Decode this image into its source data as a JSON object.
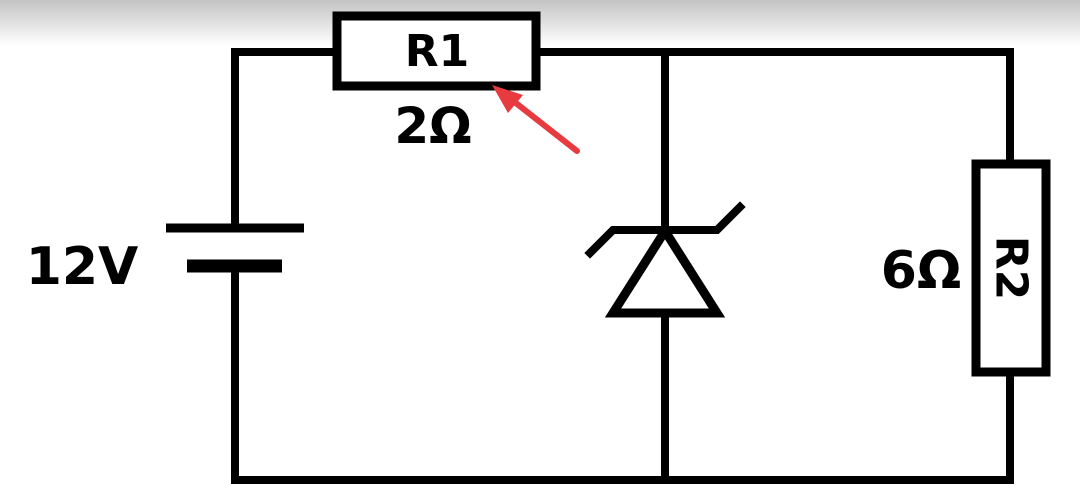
{
  "circuit": {
    "kind": "zener-voltage-regulator-schematic",
    "source": {
      "label": "12V",
      "component": "battery"
    },
    "r1": {
      "name": "R1",
      "value": "2Ω"
    },
    "r2": {
      "name": "R2",
      "value": "6Ω"
    },
    "zener": {
      "component": "zener-diode"
    },
    "annotation": {
      "shape": "red-arrow",
      "points_to": "R1"
    },
    "colors": {
      "wire": "#000000",
      "text": "#000000",
      "arrow_red": "#e73b3f",
      "background": "#ffffff",
      "top_band": "#c3c3c3"
    }
  }
}
